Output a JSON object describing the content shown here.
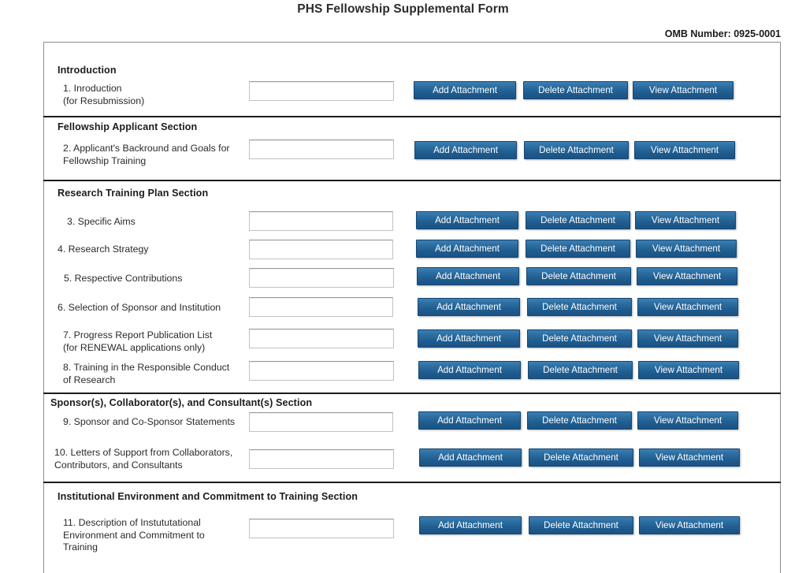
{
  "header": {
    "title": "PHS Fellowship Supplemental Form",
    "omb": "OMB Number: 0925-0001"
  },
  "buttons": {
    "add": "Add Attachment",
    "delete": "Delete Attachment",
    "view": "View Attachment"
  },
  "colors": {
    "button_blue": "#1f5c8f",
    "button_blue_top": "#3b7fb5",
    "button_border": "#15456f",
    "divider": "#1b1b1b",
    "frame_border": "#8e8e8e",
    "input_border": "#c2c2c2",
    "text": "#2a2a2a"
  },
  "sections": [
    {
      "title": "Introduction",
      "rows": [
        {
          "label": "1. Inroduction\n    (for Resubmission)",
          "value": ""
        }
      ]
    },
    {
      "title": "Fellowship Applicant Section",
      "rows": [
        {
          "label": "2. Applicant's Backround and Goals for\n     Fellowship Training",
          "value": ""
        }
      ]
    },
    {
      "title": "Research Training Plan Section",
      "rows": [
        {
          "label": "3. Specific Aims",
          "value": ""
        },
        {
          "label": "4. Research Strategy",
          "value": ""
        },
        {
          "label": "5. Respective Contributions",
          "value": ""
        },
        {
          "label": "6. Selection of Sponsor and Institution",
          "value": ""
        },
        {
          "label": "7. Progress Report Publication List\n    (for RENEWAL applications only)",
          "value": ""
        },
        {
          "label": "8. Training in the Responsible Conduct\n    of Research",
          "value": ""
        }
      ]
    },
    {
      "title": "Sponsor(s), Collaborator(s), and Consultant(s) Section",
      "rows": [
        {
          "label": "9. Sponsor and Co-Sponsor Statements",
          "value": ""
        },
        {
          "label": "10. Letters of Support from Collaborators,\n      Contributors, and Consultants",
          "value": ""
        }
      ]
    },
    {
      "title": "Institutional Environment and Commitment to Training Section",
      "rows": [
        {
          "label": "11. Description of Instututational\n      Environment and Commitment to\n      Training",
          "value": ""
        }
      ]
    }
  ]
}
